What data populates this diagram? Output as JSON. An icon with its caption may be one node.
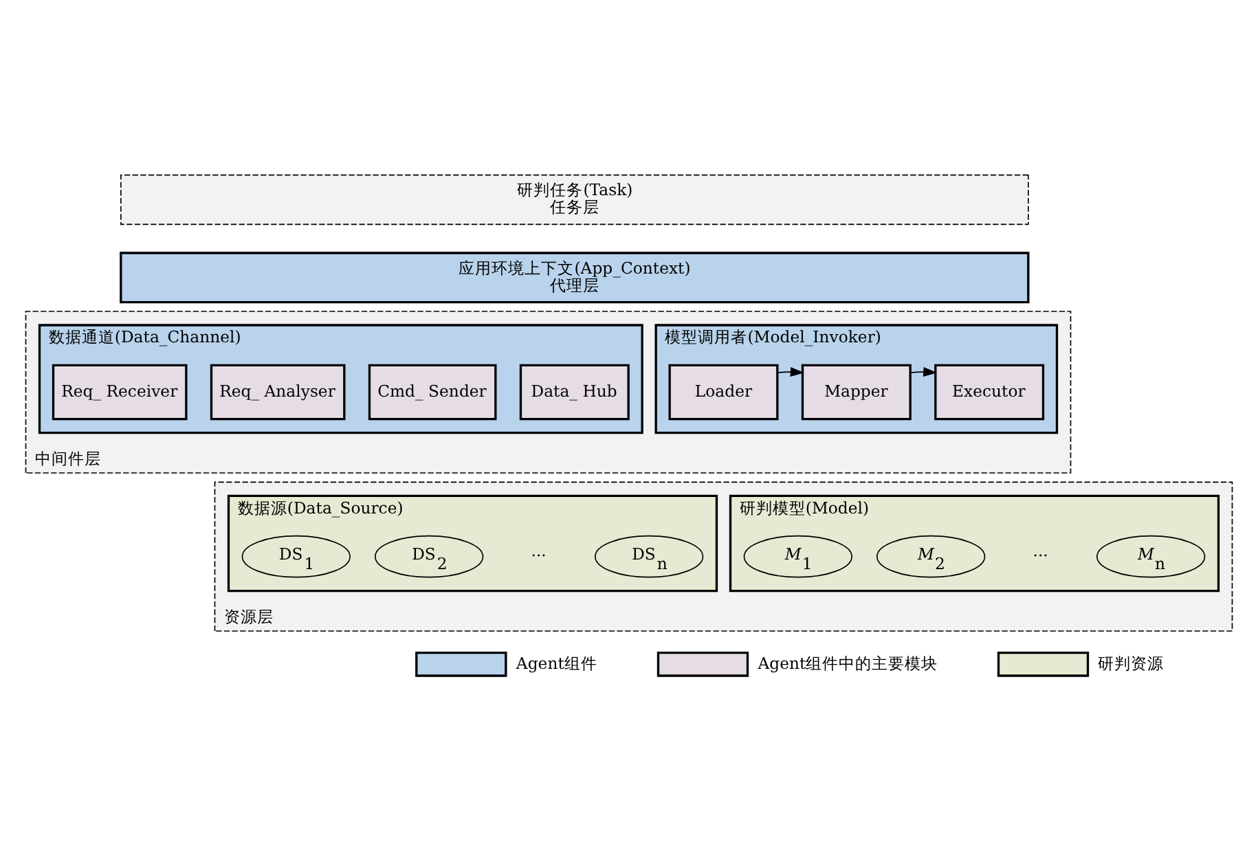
{
  "diagram": {
    "nodes": [
      {
        "text": [
          "研判任务(Task)",
          "任务层"
        ]
      },
      {
        "text": [
          "应用环境上下文(App_Context)",
          "代理层"
        ]
      },
      {
        "text": [
          "中间件层"
        ]
      },
      {
        "text": [
          "模型调用者(Model_Invoker)"
        ],
        "in": 2
      },
      {
        "text": [
          "Loader"
        ],
        "in": 3
      },
      {
        "text": [
          "Mapper"
        ],
        "in": 3
      },
      {
        "text": [
          "Executor"
        ],
        "in": 3
      },
      {
        "text": [
          "数据通道(Data_Channel)"
        ],
        "in": 2
      },
      {
        "text": [
          "Req_ Receiver"
        ],
        "in": 7
      },
      {
        "text": [
          "Req_ Analyser"
        ],
        "in": 7
      },
      {
        "text": [
          "Cmd_ Sender"
        ],
        "in": 7
      },
      {
        "text": [
          "Data_ Hub"
        ],
        "in": 7
      },
      {
        "text": [
          "资源层"
        ]
      },
      {
        "text": [
          "研判模型(Model)"
        ],
        "in": 12
      },
      {
        "text": [
          "*M*$_{1}$"
        ],
        "in": 13
      },
      {
        "text": [
          "*M*$_{2}$"
        ],
        "in": 13
      },
      {
        "text": [
          "*M*$_{n}$"
        ],
        "in": 13
      },
      {
        "text": [
          "数据源(Data_Source)"
        ],
        "in": 12
      },
      {
        "text": [
          "DS$_{1}$"
        ],
        "in": 17
      },
      {
        "text": [
          "DS$_{2}$"
        ],
        "in": 17
      },
      {
        "text": [
          "DS$_{n}$"
        ],
        "in": 17
      }
    ],
    "edges": [
      {
        "from": 4,
        "to": 5,
        "arrow": "to"
      },
      {
        "from": 5,
        "to": 6,
        "arrow": "to"
      }
    ],
    "labels": [
      "···",
      "···"
    ],
    "legend": [
      {
        "text": "Agent组件",
        "color": "#b9d3ec"
      },
      {
        "text": "Agent组件中的主要模块",
        "color": "#e6dce6"
      },
      {
        "text": "研判资源",
        "color": "#e4ebd2"
      }
    ]
  }
}
